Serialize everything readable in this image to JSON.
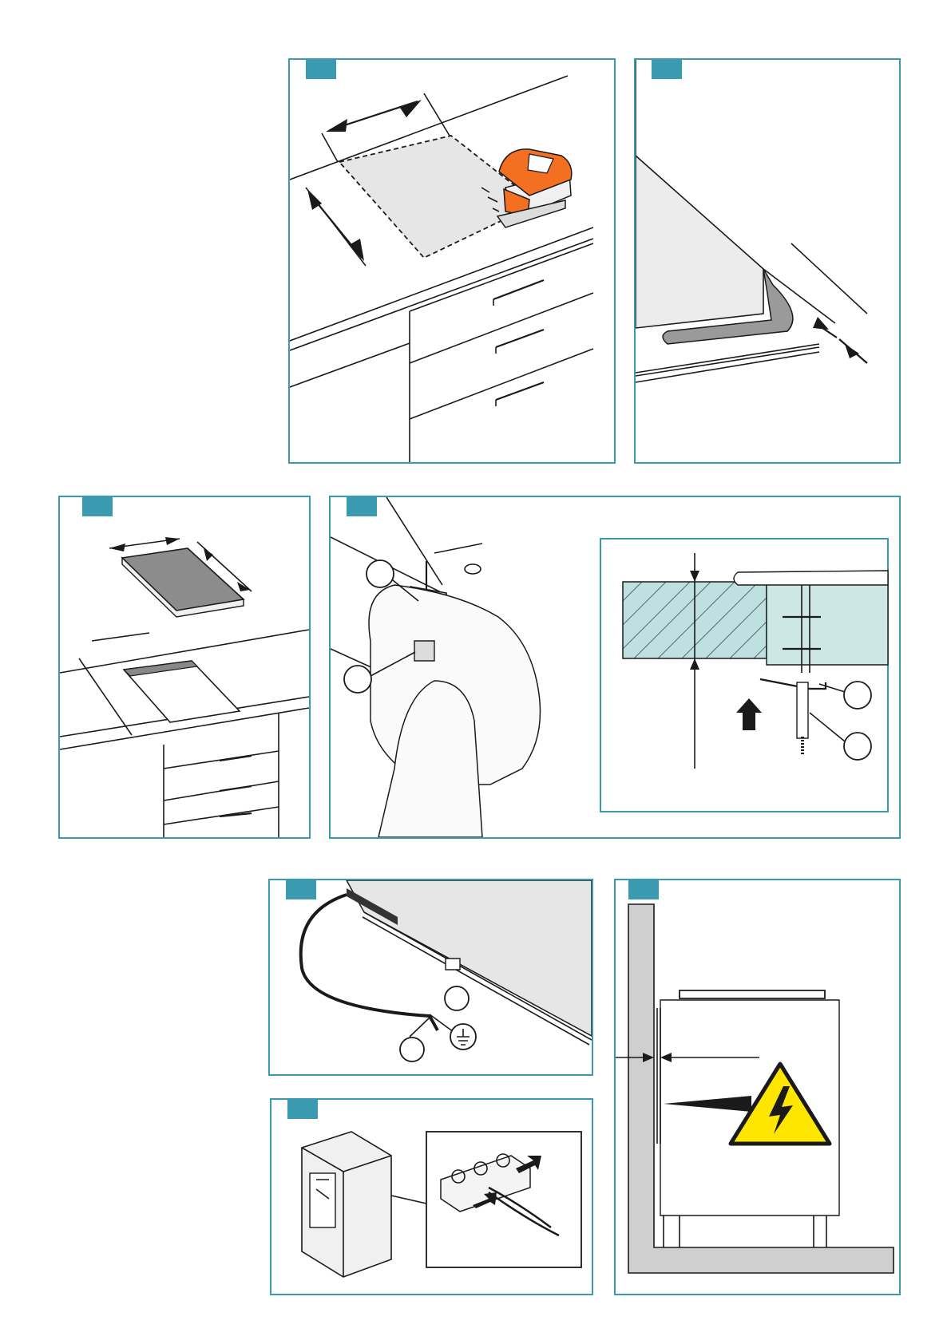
{
  "colors": {
    "frame": "#3a9bb0",
    "tool_orange": "#f36f21",
    "counter_fill": "#e6e6e6",
    "hob_fill": "#8c8c8c",
    "section_hatch": "#bfe0e0",
    "warning_yellow": "#ffe600"
  },
  "icons": {
    "step_badge": "square-badge",
    "jigsaw": "jigsaw-icon",
    "earth": "earth-ground-icon",
    "warning": "high-voltage-warning-icon"
  },
  "steps": [
    {
      "id": "cutout-marking"
    },
    {
      "id": "seal-applying"
    },
    {
      "id": "hob-insertion"
    },
    {
      "id": "clamp-fixing"
    },
    {
      "id": "cable-connection"
    },
    {
      "id": "terminal-block"
    },
    {
      "id": "clearance"
    }
  ]
}
